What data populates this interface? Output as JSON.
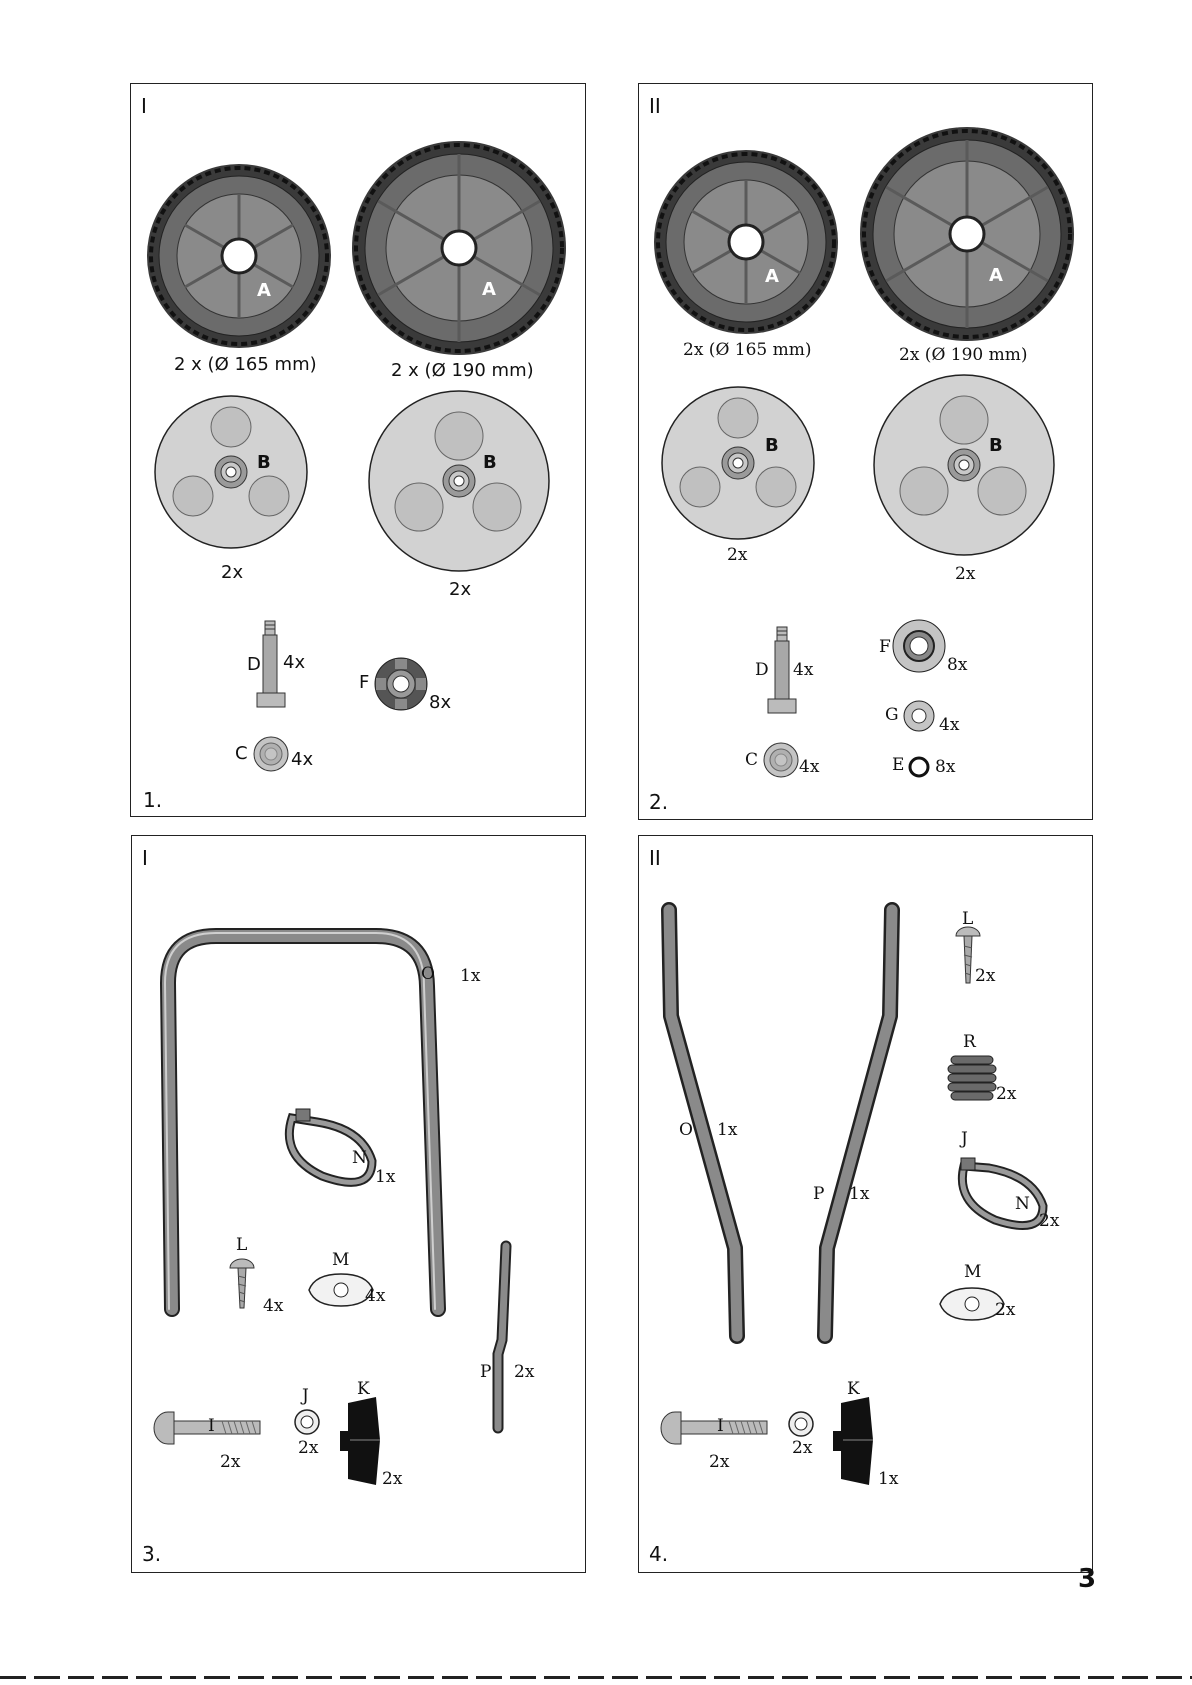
{
  "page": {
    "number": "3"
  },
  "panels": [
    {
      "roman": "I",
      "number": "1.",
      "labels": {
        "a1": "A",
        "a2": "A",
        "size1": "2 x (Ø 165 mm)",
        "size2": "2 x (Ø 190 mm)",
        "b1": "B",
        "b2": "B",
        "q_b1": "2x",
        "q_b2": "2x",
        "d": "D",
        "q_d": "4x",
        "f": "F",
        "q_f": "8x",
        "c": "C",
        "q_c": "4x"
      }
    },
    {
      "roman": "II",
      "number": "2.",
      "labels": {
        "a1": "A",
        "a2": "A",
        "size1": "2x (Ø 165 mm)",
        "size2": "2x (Ø 190 mm)",
        "b1": "B",
        "b2": "B",
        "q_b1": "2x",
        "q_b2": "2x",
        "d": "D",
        "q_d": "4x",
        "f": "F",
        "q_f": "8x",
        "g": "G",
        "q_g": "4x",
        "c": "C",
        "q_c": "4x",
        "e": "E",
        "q_e": "8x"
      }
    },
    {
      "roman": "I",
      "number": "3.",
      "labels": {
        "o": "O",
        "q_o": "1x",
        "n": "N",
        "q_n": "1x",
        "l": "L",
        "q_l": "4x",
        "m": "M",
        "q_m": "4x",
        "p": "P",
        "q_p": "2x",
        "i": "I",
        "q_i": "2x",
        "j": "J",
        "q_j": "2x",
        "k": "K",
        "q_k": "2x"
      }
    },
    {
      "roman": "II",
      "number": "4.",
      "labels": {
        "l": "L",
        "q_l": "2x",
        "r": "R",
        "q_r": "2x",
        "o": "O",
        "q_o": "1x",
        "j": "J",
        "n": "N",
        "q_n": "2x",
        "p": "P",
        "q_p": "1x",
        "m": "M",
        "q_m": "2x",
        "i": "I",
        "q_i": "2x",
        "q_j": "2x",
        "k": "K",
        "q_k": "1x"
      }
    }
  ]
}
